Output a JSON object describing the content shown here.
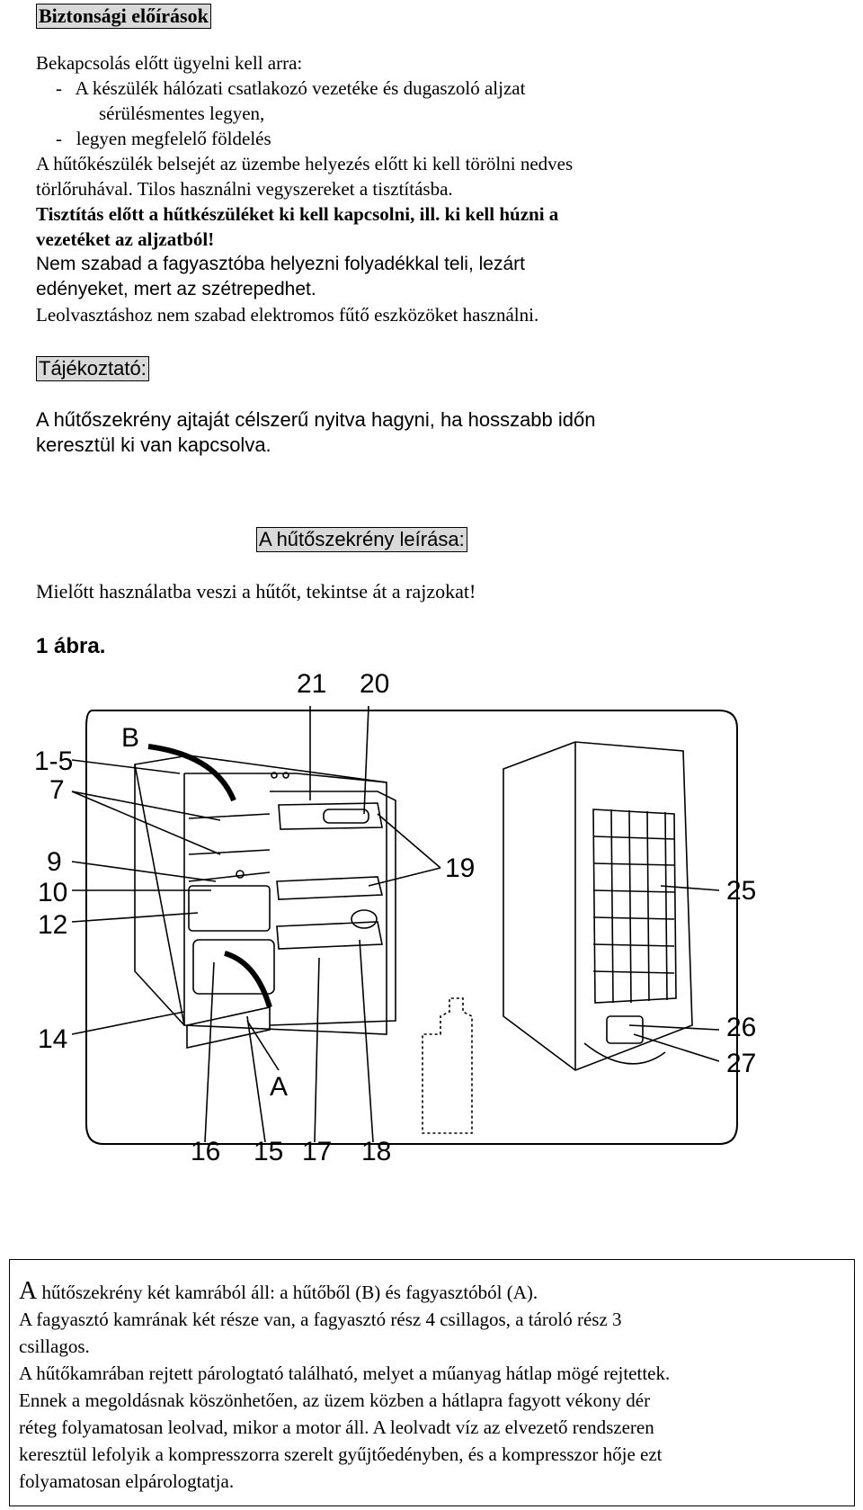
{
  "safety": {
    "heading": "Biztonsági előírások",
    "lines": [
      "Bekapcsolás előtt ügyelni kell arra:",
      "-   A készülék hálózati csatlakozó vezetéke és dugaszoló aljzat",
      "sérülésmentes legyen,",
      "-   legyen megfelelő földelés",
      "A hűtőkészülék belsejét az üzembe helyezés előtt ki kell törölni nedves",
      "törlőruhával. Tilos használni vegyszereket a tisztításba.",
      "Tisztítás előtt a hűtkészüléket ki kell kapcsolni, ill. ki kell húzni a",
      "vezetéket az aljzatból!",
      "Nem szabad a fagyasztóba helyezni folyadékkal teli, lezárt",
      "edényeket, mert az szétrepedhet.",
      "Leolvasztáshoz nem szabad elektromos fűtő eszközöket használni."
    ]
  },
  "info": {
    "heading": "Tájékoztató:",
    "lines": [
      "A hűtőszekrény ajtaját célszerű nyitva hagyni, ha hosszabb időn",
      "keresztül ki van kapcsolva."
    ]
  },
  "description": {
    "heading": "A hűtőszekrény leírása:",
    "intro": "Mielőtt használatba veszi a hűtőt, tekintse át a rajzokat!",
    "figure_title": "1 ábra."
  },
  "figure_labels": {
    "l21": "21",
    "l20": "20",
    "lB": "B",
    "l1_5": "1-5",
    "l7": "7",
    "l9": "9",
    "l10": "10",
    "l12": "12",
    "l14": "14",
    "l19": "19",
    "l25": "25",
    "l26": "26",
    "l27": "27",
    "lA": "A",
    "l16": "16",
    "l15": "15",
    "l17": "17",
    "l18": "18"
  },
  "caption": {
    "lines": [
      "hűtőszekrény két kamrából áll: a hűtőből (B) és fagyasztóból (A).",
      "A fagyasztó kamrának két része van, a fagyasztó rész 4 csillagos, a tároló rész 3",
      "csillagos.",
      "A hűtőkamrában rejtett párologtató található, melyet a műanyag hátlap mögé rejtettek.",
      "Ennek a megoldásnak köszönhetően, az üzem közben a hátlapra fagyott vékony dér",
      "réteg folyamatosan leolvad, mikor a motor áll. A leolvadt víz az elvezető rendszeren",
      "keresztül lefolyik a kompresszorra szerelt gyűjtőedényben, és a kompresszor hője ezt",
      "folyamatosan elpárologtatja."
    ],
    "drop_letter": "A"
  }
}
